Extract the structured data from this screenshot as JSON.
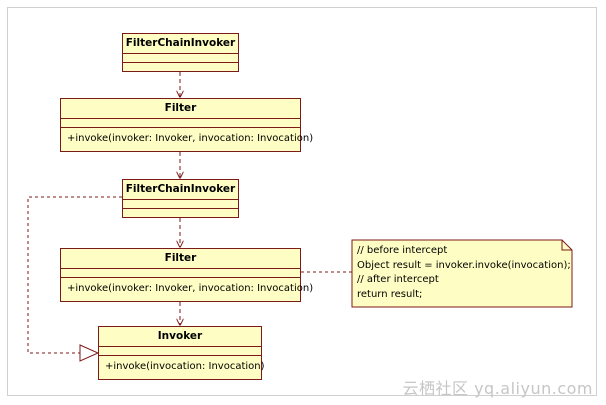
{
  "diagram": {
    "classes": [
      {
        "name": "FilterChainInvoker",
        "operations": []
      },
      {
        "name": "Filter",
        "operations": [
          "+invoke(invoker: Invoker, invocation: Invocation)"
        ]
      },
      {
        "name": "FilterChainInvoker",
        "operations": []
      },
      {
        "name": "Filter",
        "operations": [
          "+invoke(invoker: Invoker, invocation: Invocation)"
        ]
      },
      {
        "name": "Invoker",
        "operations": [
          "+invoke(invocation: Invocation)"
        ]
      }
    ],
    "note": {
      "lines": [
        "// before intercept",
        "Object result = invoker.invoke(invocation);",
        "// after intercept",
        "return result;"
      ]
    },
    "colors": {
      "class_fill": "#fefec4",
      "class_border": "#7c1a1a",
      "note_fill": "#fefec4",
      "edge": "#7c1a1a"
    }
  },
  "watermark": "云栖社区 yq.aliyun.com"
}
